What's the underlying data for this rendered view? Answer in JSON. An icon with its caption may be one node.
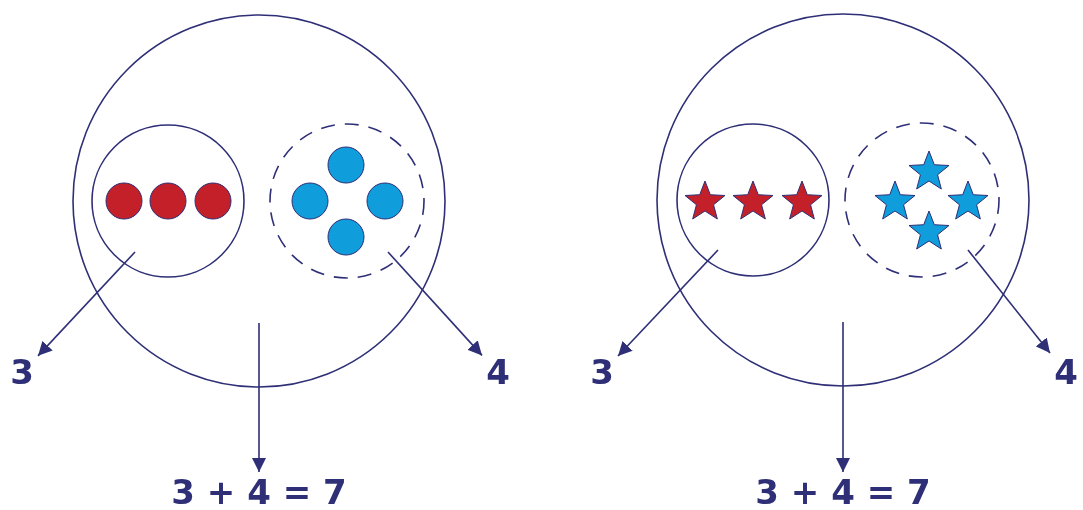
{
  "diagram": {
    "nodes": [
      {
        "text": [],
        "shape": "circle"
      },
      {
        "text": [],
        "shape": "circle",
        "in": 0
      },
      {
        "text": [],
        "shape": "circle",
        "in": 0
      },
      {
        "text": [
          "3"
        ]
      },
      {
        "text": [
          "4"
        ]
      },
      {
        "text": [
          "3 + 4 = 7"
        ]
      },
      {
        "text": [],
        "shape": "circle"
      },
      {
        "text": [],
        "shape": "circle",
        "in": 6
      },
      {
        "text": [],
        "shape": "circle",
        "in": 6
      },
      {
        "text": [
          "3"
        ]
      },
      {
        "text": [
          "4"
        ]
      },
      {
        "text": [
          "3 + 4 = 7"
        ]
      }
    ],
    "edges": [
      {
        "from": 1,
        "to": 3,
        "arrow": "to"
      },
      {
        "from": 2,
        "to": 4,
        "arrow": "to"
      },
      {
        "from": 0,
        "to": 5,
        "arrow": "to"
      },
      {
        "from": 7,
        "to": 9,
        "arrow": "to"
      },
      {
        "from": 8,
        "to": 10,
        "arrow": "to"
      },
      {
        "from": 6,
        "to": 11,
        "arrow": "to"
      }
    ]
  }
}
